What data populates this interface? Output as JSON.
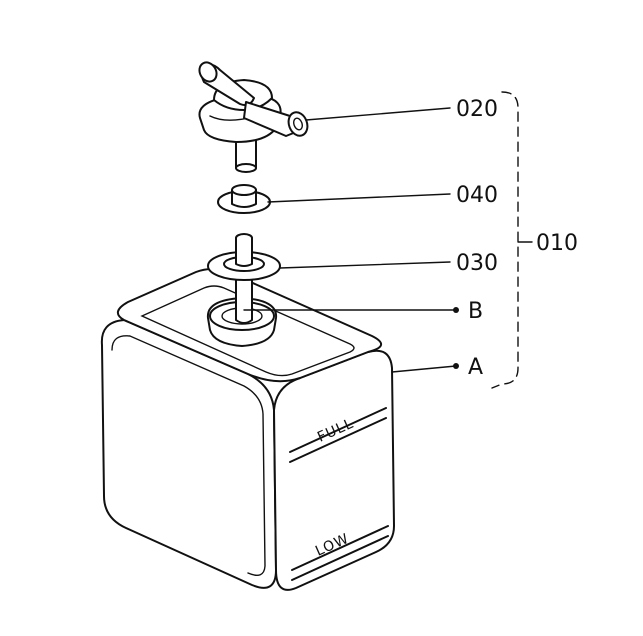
{
  "callouts": {
    "part_020": "020",
    "part_040": "040",
    "part_030": "030",
    "point_b": "B",
    "point_a": "A",
    "assembly_010": "010"
  },
  "tank_markings": {
    "full": "FULL",
    "low": "LOW"
  }
}
